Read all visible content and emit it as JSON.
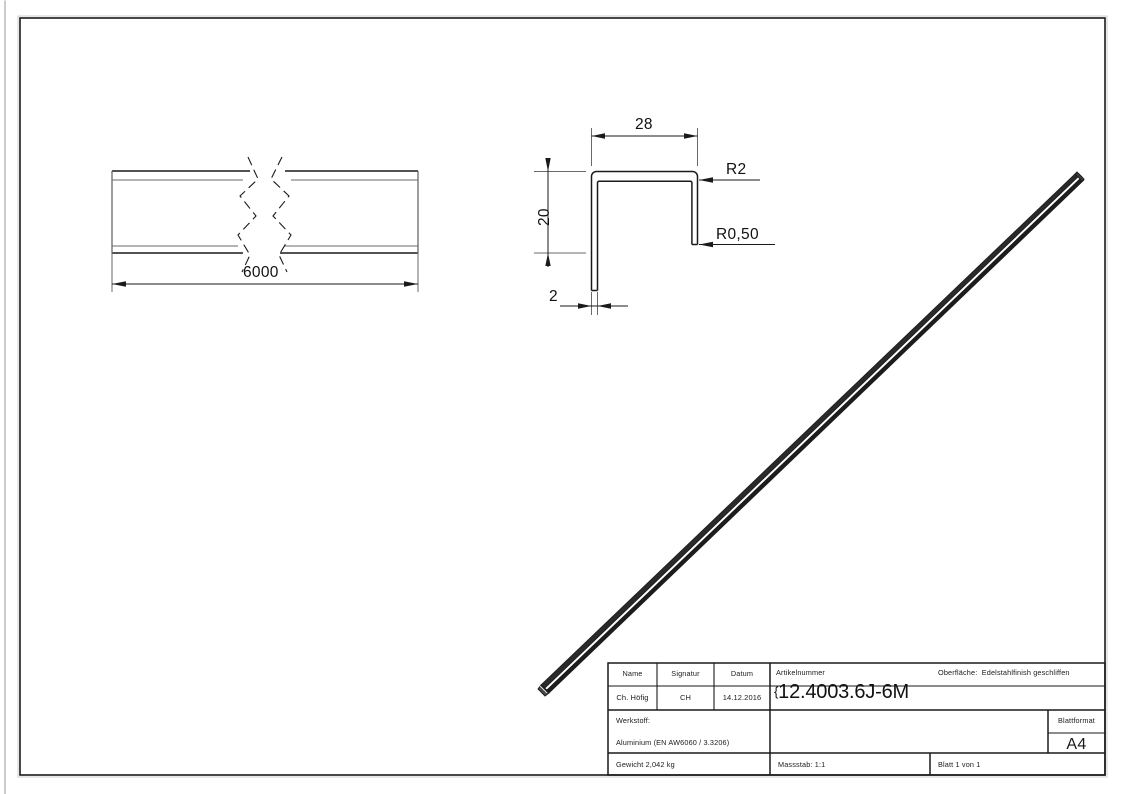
{
  "sheet": {
    "format": "A4",
    "orientation": "landscape"
  },
  "views": {
    "elevation": {
      "name": "side-elevation-view",
      "length_dimension": "6000",
      "break_symbol": "zigzag-break"
    },
    "section": {
      "name": "cross-section-view",
      "width_dimension": "28",
      "height_dimension": "20",
      "thickness_dimension": "2",
      "outer_radius_label": "R2",
      "inner_radius_label": "R0,50"
    },
    "isometric": {
      "name": "isometric-3d-view"
    }
  },
  "titleblock": {
    "name_header": "Name",
    "signatur_header": "Signatur",
    "datum_header": "Datum",
    "name_value": "Ch. Höfig",
    "signatur_value": "CH",
    "datum_value": "14.12.2016",
    "artikelnummer_label": "Artikelnummer",
    "artikelnummer_brace": "{",
    "artikelnummer_value": "12.4003.6J-6M",
    "oberflaeche_label": "Oberfläche:",
    "oberflaeche_value": "Edelstahlfinish geschliffen",
    "werkstoff_label": "Werkstoff:",
    "werkstoff_value": "Aluminium (EN AW6060 / 3.3206)",
    "gewicht": "Gewicht 2,042 kg",
    "massstab": "Massstab: 1:1",
    "blatt": "Blatt 1 von 1",
    "blattformat_label": "Blattformat",
    "blattformat_value": "A4"
  },
  "colors": {
    "line": "#1a1a1a",
    "thin_line": "#555555",
    "background": "#ffffff"
  }
}
